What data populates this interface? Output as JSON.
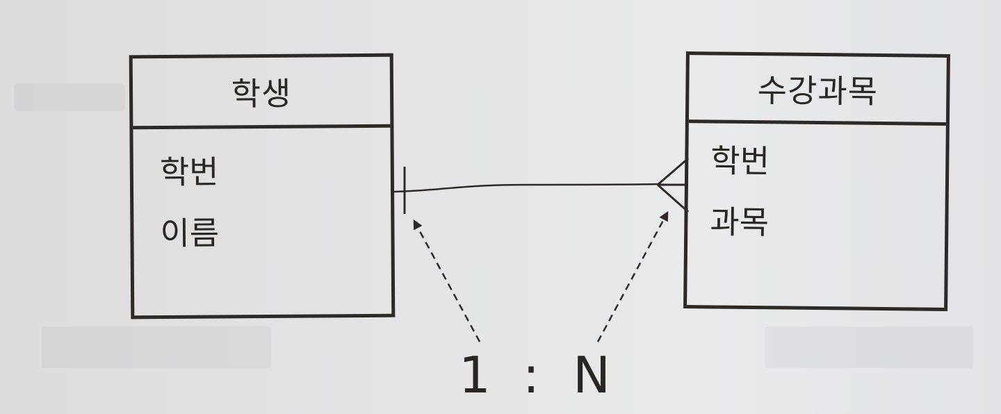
{
  "entities": {
    "student": {
      "title": "학생",
      "attributes": [
        "학번",
        "이름"
      ]
    },
    "course": {
      "title": "수강과목",
      "attributes": [
        "학번",
        "과목"
      ]
    }
  },
  "relationship": {
    "left_cardinality": "1",
    "separator": ":",
    "right_cardinality": "N"
  },
  "colors": {
    "line": "#2e2925",
    "paper": "#e4e4e6"
  }
}
